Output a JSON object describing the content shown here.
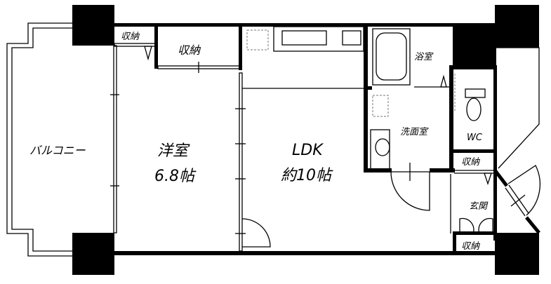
{
  "floorplan": {
    "rooms": {
      "balcony": "バルコニー",
      "western_room": "洋室",
      "western_room_size": "6.8帖",
      "ldk": "LDK",
      "ldk_size": "約10帖",
      "bathroom": "浴室",
      "washroom": "洗面室",
      "toilet": "WC",
      "entrance": "玄関",
      "storage_small_top": "収納",
      "storage_closet": "収納",
      "storage_wc": "収納",
      "storage_entrance": "収納"
    },
    "colors": {
      "wall": "#000000",
      "background": "#ffffff"
    }
  }
}
